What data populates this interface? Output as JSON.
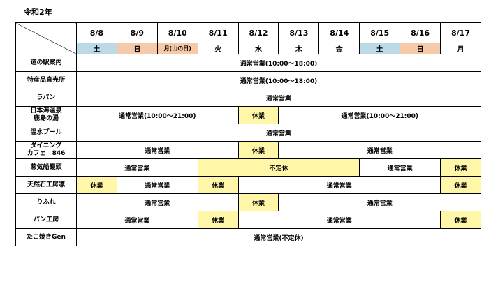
{
  "year_label": "令和2年",
  "colors": {
    "saturday": "#bcd9e8",
    "sunday_holiday": "#f6c9a8",
    "closed": "#fff6a8"
  },
  "dates": [
    "8/8",
    "8/9",
    "8/10",
    "8/11",
    "8/12",
    "8/13",
    "8/14",
    "8/15",
    "8/16",
    "8/17"
  ],
  "weekdays": [
    {
      "label": "土",
      "kind": "sat"
    },
    {
      "label": "日",
      "kind": "sun"
    },
    {
      "label": "月(山の日)",
      "kind": "sun"
    },
    {
      "label": "火",
      "kind": "wd"
    },
    {
      "label": "水",
      "kind": "wd"
    },
    {
      "label": "木",
      "kind": "wd"
    },
    {
      "label": "金",
      "kind": "wd"
    },
    {
      "label": "土",
      "kind": "sat"
    },
    {
      "label": "日",
      "kind": "sun"
    },
    {
      "label": "月",
      "kind": "wd"
    }
  ],
  "facilities": [
    {
      "name": "道の駅案内",
      "segments": [
        {
          "span": 10,
          "text": "通常営業(10:00～18:00)"
        }
      ]
    },
    {
      "name": "特産品直売所",
      "segments": [
        {
          "span": 10,
          "text": "通常営業(10:00～18:00)"
        }
      ]
    },
    {
      "name": "ラパン",
      "segments": [
        {
          "span": 10,
          "text": "通常営業"
        }
      ]
    },
    {
      "name": "日本海温泉\n鹿島の湯",
      "segments": [
        {
          "span": 4,
          "text": "通常営業(10:00～21:00)"
        },
        {
          "span": 1,
          "text": "休業",
          "closed": true
        },
        {
          "span": 5,
          "text": "通常営業(10:00～21:00)"
        }
      ]
    },
    {
      "name": "温水プール",
      "segments": [
        {
          "span": 10,
          "text": "通常営業"
        }
      ]
    },
    {
      "name": "ダイニング\nカフェ　846",
      "segments": [
        {
          "span": 4,
          "text": "通常営業"
        },
        {
          "span": 1,
          "text": "休業",
          "closed": true
        },
        {
          "span": 5,
          "text": "通常営業"
        }
      ]
    },
    {
      "name": "蒸気船饅頭",
      "segments": [
        {
          "span": 3,
          "text": "通常営業"
        },
        {
          "span": 4,
          "text": "不定休",
          "closed": true
        },
        {
          "span": 2,
          "text": "通常営業"
        },
        {
          "span": 1,
          "text": "休業",
          "closed": true
        }
      ]
    },
    {
      "name": "天然石工房凛",
      "segments": [
        {
          "span": 1,
          "text": "休業",
          "closed": true
        },
        {
          "span": 2,
          "text": "通常営業"
        },
        {
          "span": 1,
          "text": "休業",
          "closed": true
        },
        {
          "span": 5,
          "text": "通常営業"
        },
        {
          "span": 1,
          "text": "休業",
          "closed": true
        }
      ]
    },
    {
      "name": "りふれ",
      "segments": [
        {
          "span": 4,
          "text": "通常営業"
        },
        {
          "span": 1,
          "text": "休業",
          "closed": true
        },
        {
          "span": 5,
          "text": "通常営業"
        }
      ]
    },
    {
      "name": "パン工房",
      "segments": [
        {
          "span": 3,
          "text": "通常営業"
        },
        {
          "span": 1,
          "text": "休業",
          "closed": true
        },
        {
          "span": 5,
          "text": "通常営業"
        },
        {
          "span": 1,
          "text": "休業",
          "closed": true
        }
      ]
    },
    {
      "name": "たこ焼きGen",
      "segments": [
        {
          "span": 10,
          "text": "通常営業(不定休)"
        }
      ]
    }
  ]
}
